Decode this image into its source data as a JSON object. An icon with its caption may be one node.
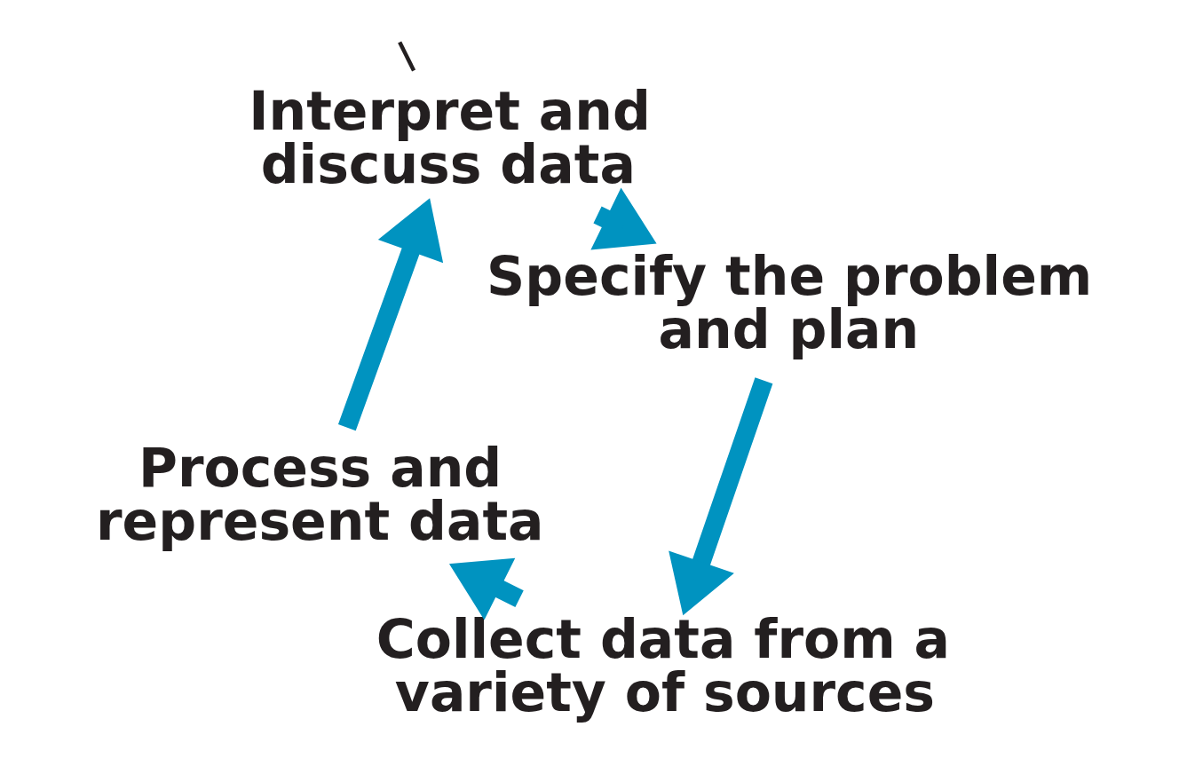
{
  "diagram": {
    "nodes": [
      {
        "text": [
          "Interpret and discuss data"
        ]
      },
      {
        "text": [
          "Specify the problem and plan"
        ]
      },
      {
        "text": [
          "Collect data from a variety of sources"
        ]
      },
      {
        "text": [
          "Process and represent data"
        ]
      }
    ],
    "edges": [
      {
        "from": 0,
        "to": 1,
        "arrow": "to"
      },
      {
        "from": 1,
        "to": 2,
        "arrow": "to"
      },
      {
        "from": 2,
        "to": 3,
        "arrow": "to"
      },
      {
        "from": 3,
        "to": 0,
        "arrow": "to"
      },
      {
        "from": null,
        "to": 0,
        "arrow": "none",
        "color": "#231f20"
      }
    ]
  }
}
